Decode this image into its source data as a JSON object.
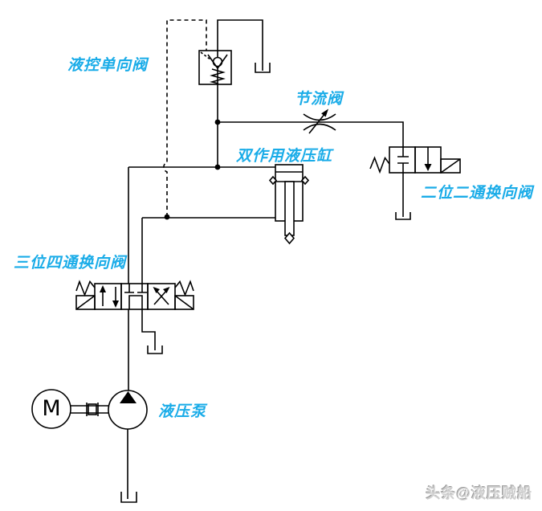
{
  "app": {
    "type": "hydraulic-circuit-diagram"
  },
  "labels": {
    "pilot_check_valve": "液控单向阀",
    "throttle_valve": "节流阀",
    "cylinder": "双作用液压缸",
    "valve_2_2": "二位二通换向阀",
    "valve_3_4": "三位四通换向阀",
    "pump": "液压泵"
  },
  "motor": {
    "letter": "M"
  },
  "watermark": {
    "text": "头条@液压贼船"
  },
  "colors": {
    "line_black": "#000000",
    "label_cyan": "#1aace8",
    "watermark_gray": "#cfcfcf",
    "background": "#ffffff"
  }
}
